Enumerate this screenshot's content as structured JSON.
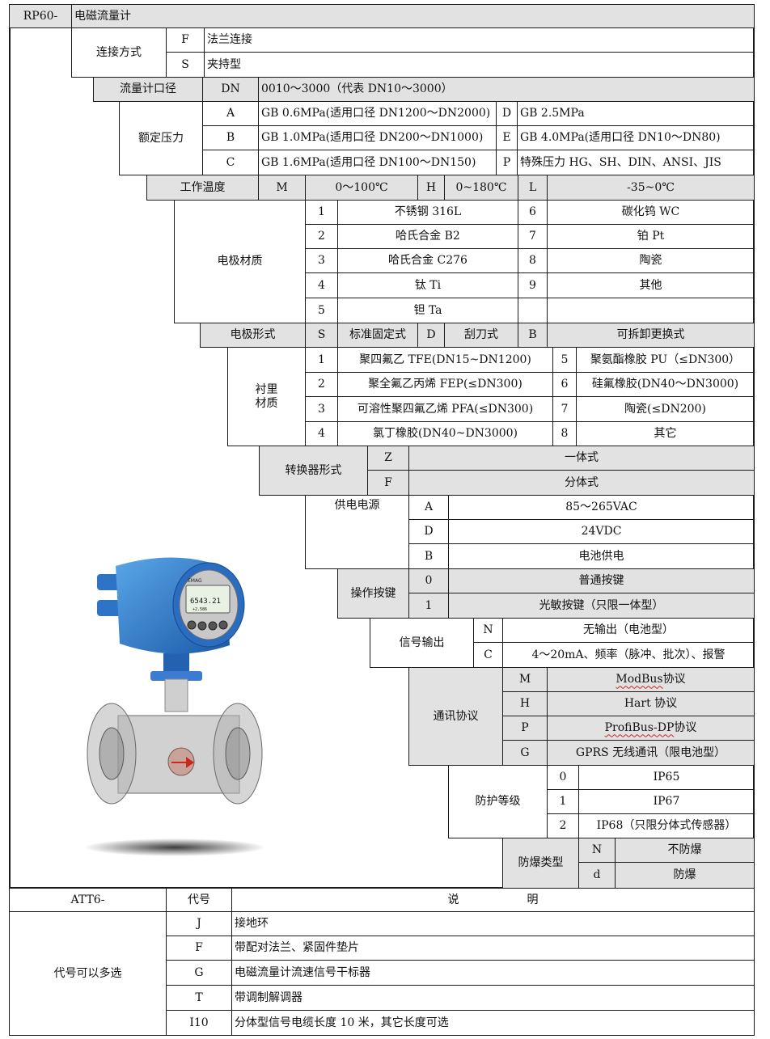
{
  "header": {
    "code": "RP60-",
    "name": "电磁流量计"
  },
  "connection": {
    "label": "连接方式",
    "options": [
      {
        "code": "F",
        "desc": "法兰连接"
      },
      {
        "code": "S",
        "desc": "夹持型"
      }
    ]
  },
  "diameter": {
    "label": "流量计口径",
    "code": "DN",
    "desc": "0010～3000（代表 DN10～3000）"
  },
  "pressure": {
    "label": "额定压力",
    "rows": [
      {
        "c1": "A",
        "d1": "GB 0.6MPa(适用口径 DN1200～DN2000)",
        "c2": "D",
        "d2": "GB 2.5MPa"
      },
      {
        "c1": "B",
        "d1": "GB 1.0MPa(适用口径 DN200～DN1000)",
        "c2": "E",
        "d2": "GB 4.0MPa(适用口径 DN10～DN80)"
      },
      {
        "c1": "C",
        "d1": "GB 1.6MPa(适用口径 DN100～DN150)",
        "c2": "P",
        "d2": "特殊压力 HG、SH、DIN、ANSI、JIS"
      }
    ]
  },
  "temperature": {
    "label": "工作温度",
    "options": [
      {
        "code": "M",
        "desc": "0～100℃"
      },
      {
        "code": "H",
        "desc": "0~180℃"
      },
      {
        "code": "L",
        "desc": "-35~0℃"
      }
    ]
  },
  "electrode_material": {
    "label": "电极材质",
    "rows": [
      {
        "c1": "1",
        "d1": "不锈钢 316L",
        "c2": "6",
        "d2": "碳化钨 WC"
      },
      {
        "c1": "2",
        "d1": "哈氏合金 B2",
        "c2": "7",
        "d2": "铂 Pt"
      },
      {
        "c1": "3",
        "d1": "哈氏合金 C276",
        "c2": "8",
        "d2": "陶瓷"
      },
      {
        "c1": "4",
        "d1": "钛 Ti",
        "c2": "9",
        "d2": "其他"
      },
      {
        "c1": "5",
        "d1": "钽 Ta",
        "c2": "",
        "d2": ""
      }
    ]
  },
  "electrode_form": {
    "label": "电极形式",
    "options": [
      {
        "code": "S",
        "desc": "标准固定式"
      },
      {
        "code": "D",
        "desc": "刮刀式"
      },
      {
        "code": "B",
        "desc": "可拆卸更换式"
      }
    ]
  },
  "lining": {
    "label_line1": "衬里",
    "label_line2": "材质",
    "rows": [
      {
        "c1": "1",
        "d1": "聚四氟乙 TFE(DN15~DN1200)",
        "c2": "5",
        "d2": "聚氨酯橡胶 PU（≤DN300）"
      },
      {
        "c1": "2",
        "d1": "聚全氟乙丙烯 FEP(≤DN300)",
        "c2": "6",
        "d2": "硅氟橡胶(DN40～DN3000)"
      },
      {
        "c1": "3",
        "d1": "可溶性聚四氟乙烯 PFA(≤DN300)",
        "c2": "7",
        "d2": "陶瓷(≤DN200)"
      },
      {
        "c1": "4",
        "d1": "氯丁橡胶(DN40~DN3000)",
        "c2": "8",
        "d2": "其它"
      }
    ]
  },
  "converter": {
    "label": "转换器形式",
    "options": [
      {
        "code": "Z",
        "desc": "一体式"
      },
      {
        "code": "F",
        "desc": "分体式"
      }
    ]
  },
  "power": {
    "label": "供电电源",
    "options": [
      {
        "code": "A",
        "desc": "85～265VAC"
      },
      {
        "code": "D",
        "desc": "24VDC"
      },
      {
        "code": "B",
        "desc": "电池供电"
      }
    ]
  },
  "buttons": {
    "label": "操作按键",
    "options": [
      {
        "code": "0",
        "desc": "普通按键"
      },
      {
        "code": "1",
        "desc": "光敏按键（只限一体型）"
      }
    ]
  },
  "signal": {
    "label": "信号输出",
    "options": [
      {
        "code": "N",
        "desc": "无输出（电池型）"
      },
      {
        "code": "C",
        "desc": "4～20mA、频率（脉冲、批次）、报警"
      }
    ]
  },
  "comm": {
    "label": "通讯协议",
    "options": [
      {
        "code": "M",
        "pre": "",
        "ul": "ModBus",
        "post": " 协议"
      },
      {
        "code": "H",
        "pre": "Hart 协议",
        "ul": "",
        "post": ""
      },
      {
        "code": "P",
        "pre": "",
        "ul": "ProfiBus-DP",
        "post": " 协议"
      },
      {
        "code": "G",
        "pre": "GPRS 无线通讯（限电池型）",
        "ul": "",
        "post": ""
      }
    ]
  },
  "protection": {
    "label": "防护等级",
    "options": [
      {
        "code": "0",
        "desc": "IP65"
      },
      {
        "code": "1",
        "desc": "IP67"
      },
      {
        "code": "2",
        "desc": "IP68（只限分体式传感器）"
      }
    ]
  },
  "explosion": {
    "label": "防爆类型",
    "options": [
      {
        "code": "N",
        "desc": "不防爆"
      },
      {
        "code": "d",
        "desc": "防爆"
      }
    ]
  },
  "device": {
    "brand": "EMAG",
    "reading": "6543.21",
    "reading2": "+2.586"
  },
  "accessories": {
    "name": "ATT6-",
    "code_header": "代号",
    "desc_header": "说　　　　　　明",
    "multi_label": "代号可以多选",
    "rows": [
      {
        "code": "J",
        "desc": "接地环"
      },
      {
        "code": "F",
        "desc": "带配对法兰、紧固件垫片"
      },
      {
        "code": "G",
        "desc": "电磁流量计流速信号干标器"
      },
      {
        "code": "T",
        "desc": "带调制解调器"
      },
      {
        "code": "I10",
        "desc": "分体型信号电缆长度 10 米，其它长度可选"
      }
    ]
  }
}
